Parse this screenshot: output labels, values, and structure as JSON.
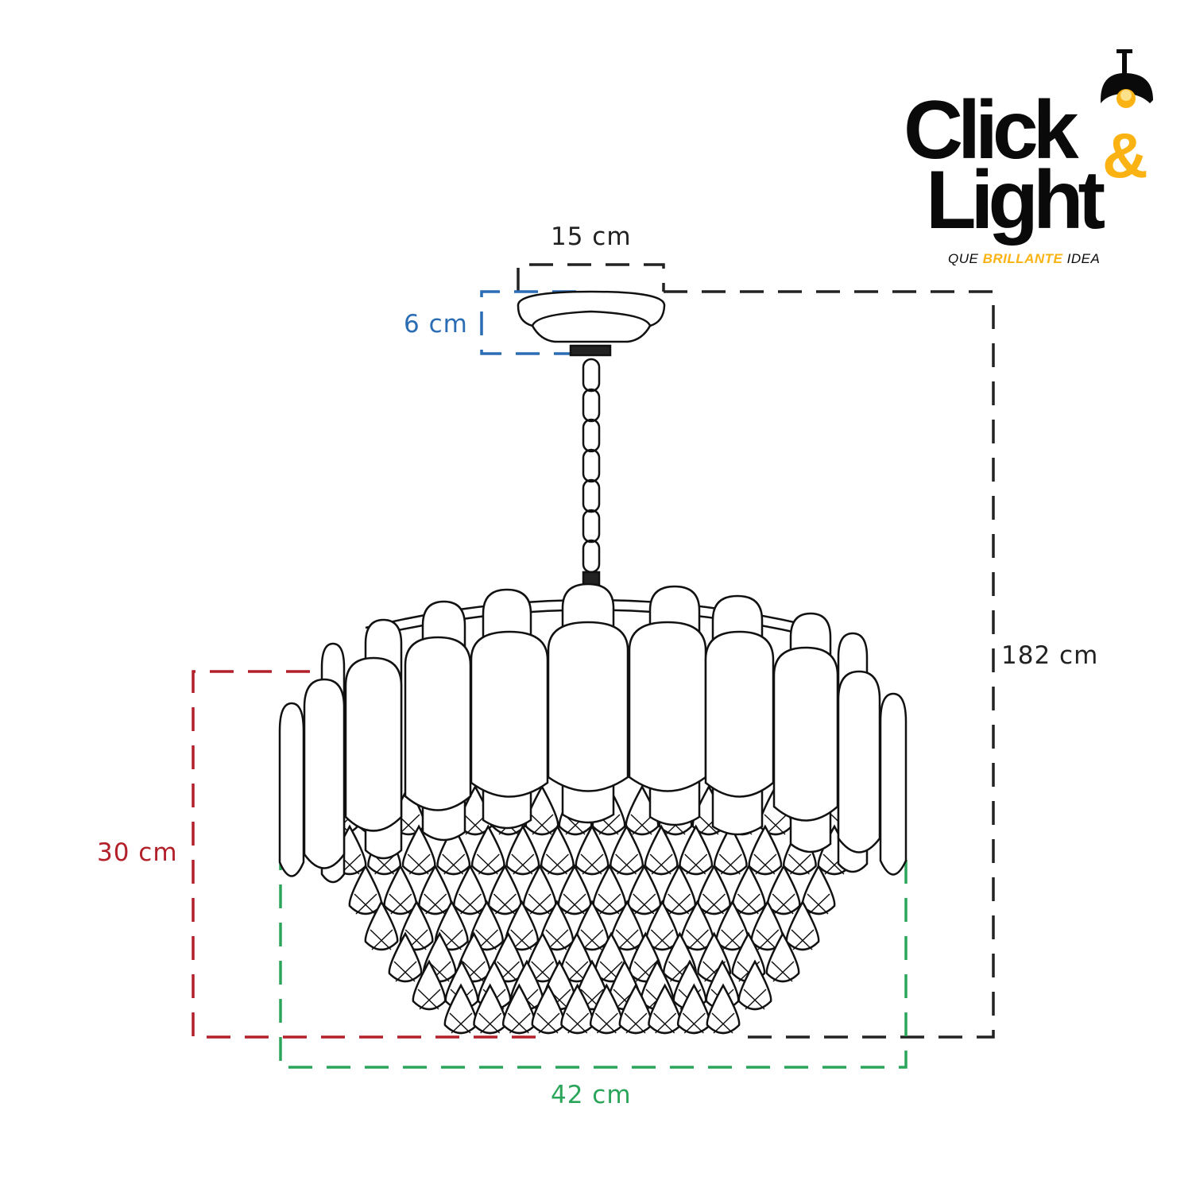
{
  "brand": {
    "logo_line1": "Click",
    "logo_line2": "Light",
    "logo_amp": "&",
    "tagline_pre": "QUE",
    "tagline_mid": "BRILLANTE",
    "tagline_post": "IDEA",
    "colors": {
      "black": "#0a0a0a",
      "yellow": "#fbb313"
    }
  },
  "dimensions": {
    "canopy_width": {
      "label": "15 cm",
      "color": "#222222"
    },
    "canopy_height": {
      "label": "6 cm",
      "color": "#2a6db5"
    },
    "total_height": {
      "label": "182 cm",
      "color": "#222222"
    },
    "body_height": {
      "label": "30 cm",
      "color": "#b3202a"
    },
    "body_width": {
      "label": "42 cm",
      "color": "#2aa55a"
    }
  }
}
